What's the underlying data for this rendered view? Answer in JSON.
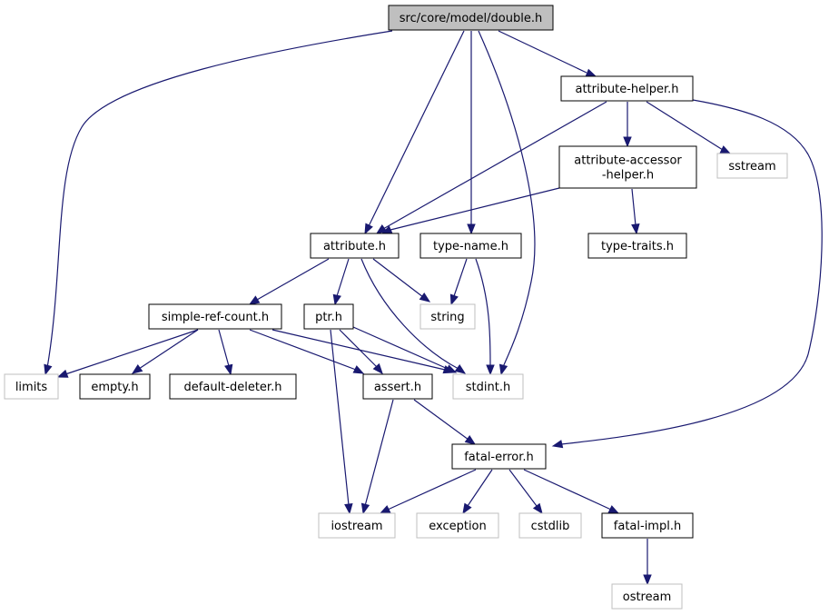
{
  "graph": {
    "title": "src/core/model/double.h",
    "edge_color": "#191970",
    "nodes": [
      {
        "id": "double",
        "label": "src/core/model/double.h",
        "kind": "root"
      },
      {
        "id": "attr_helper",
        "label": "attribute-helper.h",
        "kind": "project"
      },
      {
        "id": "attr_acc",
        "label": "attribute-accessor\n-helper.h",
        "kind": "project"
      },
      {
        "id": "sstream",
        "label": "sstream",
        "kind": "system"
      },
      {
        "id": "attribute",
        "label": "attribute.h",
        "kind": "project"
      },
      {
        "id": "type_name",
        "label": "type-name.h",
        "kind": "project"
      },
      {
        "id": "type_traits",
        "label": "type-traits.h",
        "kind": "project"
      },
      {
        "id": "simple_ref",
        "label": "simple-ref-count.h",
        "kind": "project"
      },
      {
        "id": "ptr",
        "label": "ptr.h",
        "kind": "project"
      },
      {
        "id": "string",
        "label": "string",
        "kind": "system"
      },
      {
        "id": "limits",
        "label": "limits",
        "kind": "system"
      },
      {
        "id": "empty",
        "label": "empty.h",
        "kind": "project"
      },
      {
        "id": "default_del",
        "label": "default-deleter.h",
        "kind": "project"
      },
      {
        "id": "assert",
        "label": "assert.h",
        "kind": "project"
      },
      {
        "id": "stdint",
        "label": "stdint.h",
        "kind": "system"
      },
      {
        "id": "fatal_error",
        "label": "fatal-error.h",
        "kind": "project"
      },
      {
        "id": "iostream",
        "label": "iostream",
        "kind": "system"
      },
      {
        "id": "exception",
        "label": "exception",
        "kind": "system"
      },
      {
        "id": "cstdlib",
        "label": "cstdlib",
        "kind": "system"
      },
      {
        "id": "fatal_impl",
        "label": "fatal-impl.h",
        "kind": "project"
      },
      {
        "id": "ostream",
        "label": "ostream",
        "kind": "system"
      }
    ],
    "edges": [
      {
        "from": "double",
        "to": "limits"
      },
      {
        "from": "double",
        "to": "attribute"
      },
      {
        "from": "double",
        "to": "type_name"
      },
      {
        "from": "double",
        "to": "stdint"
      },
      {
        "from": "double",
        "to": "attr_helper"
      },
      {
        "from": "attr_helper",
        "to": "attribute"
      },
      {
        "from": "attr_helper",
        "to": "attr_acc"
      },
      {
        "from": "attr_helper",
        "to": "sstream"
      },
      {
        "from": "attr_helper",
        "to": "fatal_error"
      },
      {
        "from": "attr_acc",
        "to": "attribute"
      },
      {
        "from": "attr_acc",
        "to": "type_traits"
      },
      {
        "from": "attribute",
        "to": "simple_ref"
      },
      {
        "from": "attribute",
        "to": "ptr"
      },
      {
        "from": "attribute",
        "to": "string"
      },
      {
        "from": "attribute",
        "to": "stdint"
      },
      {
        "from": "type_name",
        "to": "string"
      },
      {
        "from": "type_name",
        "to": "stdint"
      },
      {
        "from": "simple_ref",
        "to": "limits"
      },
      {
        "from": "simple_ref",
        "to": "empty"
      },
      {
        "from": "simple_ref",
        "to": "default_del"
      },
      {
        "from": "simple_ref",
        "to": "assert"
      },
      {
        "from": "simple_ref",
        "to": "stdint"
      },
      {
        "from": "ptr",
        "to": "assert"
      },
      {
        "from": "ptr",
        "to": "stdint"
      },
      {
        "from": "ptr",
        "to": "iostream"
      },
      {
        "from": "assert",
        "to": "iostream"
      },
      {
        "from": "assert",
        "to": "fatal_error"
      },
      {
        "from": "fatal_error",
        "to": "iostream"
      },
      {
        "from": "fatal_error",
        "to": "exception"
      },
      {
        "from": "fatal_error",
        "to": "cstdlib"
      },
      {
        "from": "fatal_error",
        "to": "fatal_impl"
      },
      {
        "from": "fatal_impl",
        "to": "ostream"
      }
    ]
  }
}
